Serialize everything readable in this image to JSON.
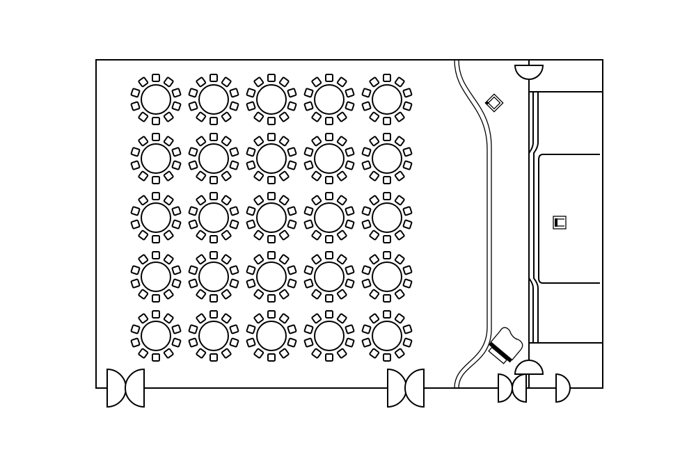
{
  "floor_plan": {
    "table_rows": 5,
    "table_columns": 5,
    "seats_per_table": 10,
    "colors": {
      "line": "#000000",
      "background": "#ffffff"
    }
  }
}
